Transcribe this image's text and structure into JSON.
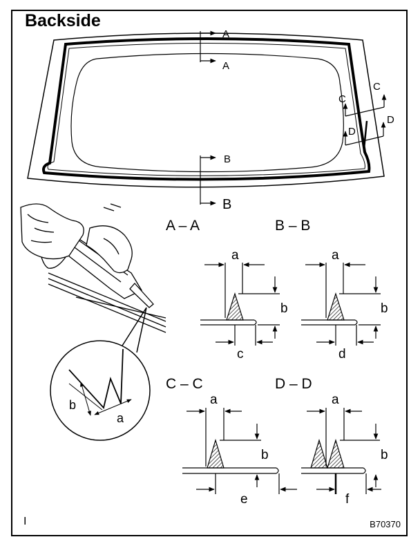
{
  "header": {
    "title": "Backside"
  },
  "footer": {
    "code": "B70370",
    "mark": "I"
  },
  "section_marks": {
    "a1": "A",
    "a2": "A",
    "b1": "B",
    "b2": "B",
    "c1": "C",
    "c2": "C",
    "d1": "D",
    "d2": "D"
  },
  "sections": [
    {
      "title": "A – A",
      "dim_top": "a",
      "dim_right": "b",
      "dim_bottom": "c"
    },
    {
      "title": "B – B",
      "dim_top": "a",
      "dim_right": "b",
      "dim_bottom": "d"
    },
    {
      "title": "C – C",
      "dim_top": "a",
      "dim_right": "b",
      "dim_bottom": "e"
    },
    {
      "title": "D – D",
      "dim_top": "a",
      "dim_right": "b",
      "dim_bottom": "f"
    }
  ],
  "detail": {
    "dim_height": "b",
    "dim_width": "a"
  }
}
